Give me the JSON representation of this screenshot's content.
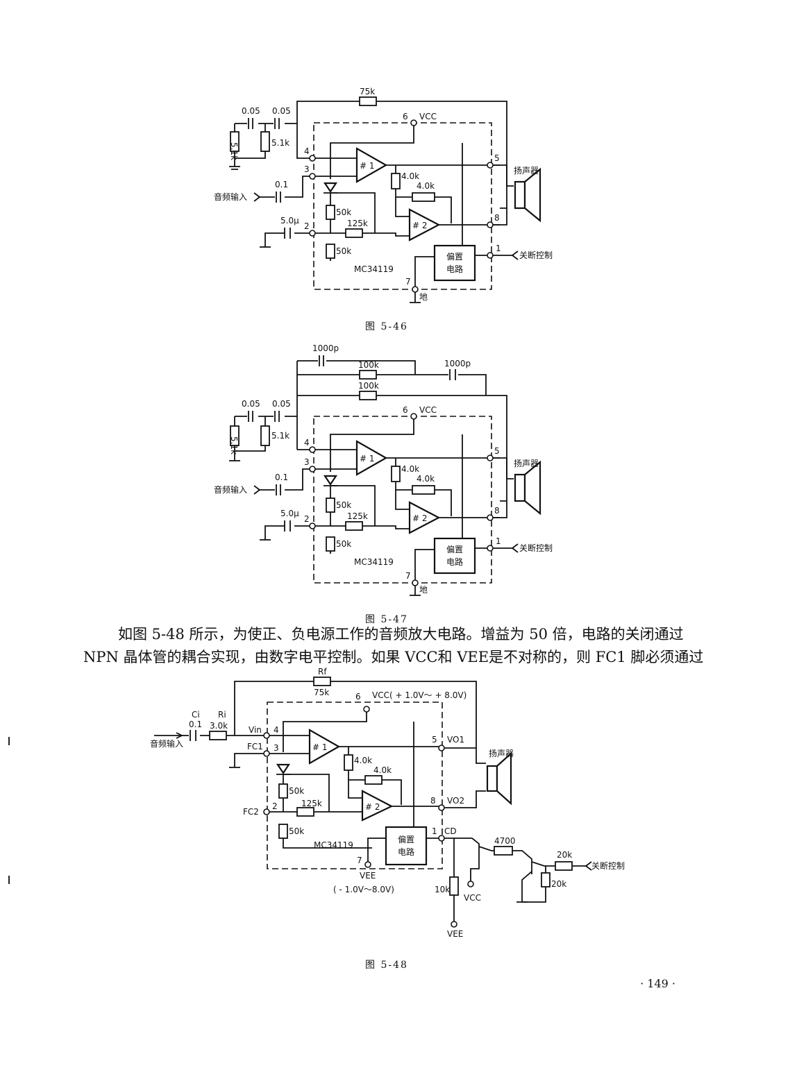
{
  "fig1": {
    "r75k": "75k",
    "c005a": "0.05",
    "c005b": "0.05",
    "r51k_a": "5.1k",
    "r51k_b": "5.1k",
    "pin6": "6",
    "vcc": "VCC",
    "pin4": "4",
    "pin3": "3",
    "pin2": "2",
    "pin5": "5",
    "pin8": "8",
    "pin1": "1",
    "pin7": "7",
    "amp1": "# 1",
    "amp2": "# 2",
    "r40k_a": "4.0k",
    "r40k_b": "4.0k",
    "speaker": "扬声器",
    "audio_in": "音频输入",
    "c01": "0.1",
    "c5u": "5.0μ",
    "r50k_a": "50k",
    "r50k_b": "50k",
    "r125k": "125k",
    "bias_line1": "偏置",
    "bias_line2": "电路",
    "shutdown": "关断控制",
    "chip": "MC34119",
    "gnd": "地",
    "caption": "图  5-46"
  },
  "fig2": {
    "c1000p_a": "1000p",
    "c1000p_b": "1000p",
    "r100k_a": "100k",
    "r100k_b": "100k",
    "c005a": "0.05",
    "c005b": "0.05",
    "r51k_a": "5.1k",
    "r51k_b": "5.1k",
    "pin6": "6",
    "vcc": "VCC",
    "pin4": "4",
    "pin3": "3",
    "pin2": "2",
    "pin5": "5",
    "pin8": "8",
    "pin1": "1",
    "pin7": "7",
    "amp1": "# 1",
    "amp2": "# 2",
    "r40k_a": "4.0k",
    "r40k_b": "4.0k",
    "speaker": "扬声器",
    "audio_in": "音频输入",
    "c01": "0.1",
    "c5u": "5.0μ",
    "r50k_a": "50k",
    "r50k_b": "50k",
    "r125k": "125k",
    "bias_line1": "偏置",
    "bias_line2": "电路",
    "shutdown": "关断控制",
    "chip": "MC34119",
    "gnd": "地",
    "caption": "图  5-47"
  },
  "body": {
    "line1": "如图 5-48 所示，为使正、负电源工作的音频放大电路。增益为 50 倍，电路的关闭通过",
    "line2": "NPN 晶体管的耦合实现，由数字电平控制。如果 VCC和 VEE是不对称的，则 FC1 脚必须通过"
  },
  "fig3": {
    "rf": "Rf",
    "r75k": "75k",
    "pin6": "6",
    "vcc_range": "VCC( + 1.0V～ + 8.0V)",
    "ci": "Ci",
    "c01": "0.1",
    "ri": "Ri",
    "r30k": "3.0k",
    "audio_in": "音频输入",
    "vin": "Vin",
    "pin4": "4",
    "fc1": "FC1",
    "pin3": "3",
    "amp1": "# 1",
    "amp2": "# 2",
    "pin5": "5",
    "vo1": "VO1",
    "speaker": "扬声器",
    "r40k_a": "4.0k",
    "r40k_b": "4.0k",
    "r50k_a": "50k",
    "r50k_b": "50k",
    "fc2": "FC2",
    "pin2": "2",
    "r125k": "125k",
    "pin8": "8",
    "vo2": "VO2",
    "bias_line1": "偏置",
    "bias_line2": "电路",
    "pin1": "1",
    "cd": "CD",
    "r4700": "4700",
    "r20k_a": "20k",
    "r20k_b": "20k",
    "shutdown": "关断控制",
    "chip": "MC34119",
    "pin7": "7",
    "vee": "VEE",
    "vee_range": "( - 1.0V～8.0V)",
    "r10k": "10k",
    "vcc": "VCC",
    "vee2": "VEE",
    "caption": "图  5-48"
  },
  "page_number": "· 149 ·"
}
